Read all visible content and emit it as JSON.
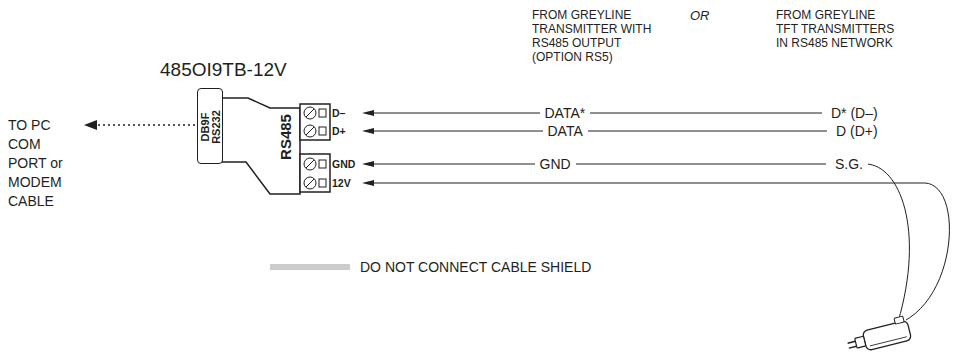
{
  "diagram": {
    "nodes": [
      {
        "text": [
          "485OI9TB-12V",
          "RS485"
        ]
      },
      {
        "text": [
          "DB9F RS232"
        ],
        "in": 0
      }
    ],
    "labels": [
      "TO PC COM PORT or MODEM CABLE",
      "D–",
      "D+",
      "GND",
      "12V",
      "FROM GREYLINE TRANSMITTER WITH RS485 OUTPUT (OPTION RS5)",
      "OR",
      "FROM GREYLINE TFT TRANSMITTERS IN RS485 NETWORK",
      "DATA*",
      "DATA",
      "GND",
      "D* (D–)",
      "D (D+)",
      "S.G."
    ],
    "legend": [
      {
        "text": "DO NOT CONNECT CABLE SHIELD",
        "color": "#cccccc"
      }
    ]
  }
}
